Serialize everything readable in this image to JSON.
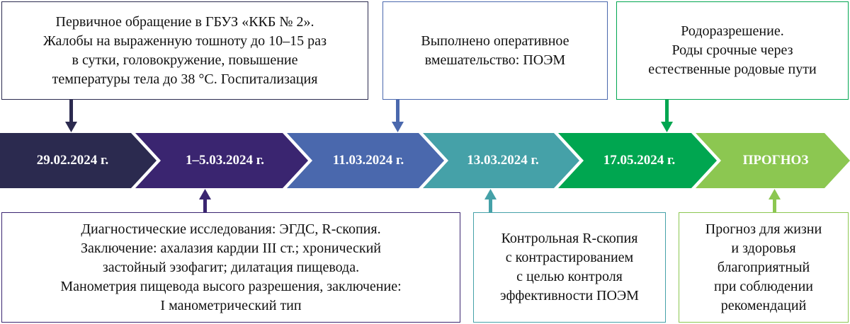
{
  "stages": [
    {
      "label": "29.02.2024 г.",
      "color": "#2b2a4f"
    },
    {
      "label": "1–5.03.2024 г.",
      "color": "#3a2570"
    },
    {
      "label": "11.03.2024 г.",
      "color": "#4a68ad"
    },
    {
      "label": "13.03.2024 г.",
      "color": "#45a1a8"
    },
    {
      "label": "17.05.2024 г.",
      "color": "#00a650"
    },
    {
      "label": "ПРОГНОЗ",
      "color": "#8cc751"
    }
  ],
  "top_notes": [
    {
      "text": "Первичное обращение в ГБУЗ «ККБ № 2».\nЖалобы на выраженную тошноту до 10–15 раз\nв сутки, головокружение, повышение\nтемпературы тела до 38 °С. Госпитализация"
    },
    {
      "text": "Выполнено оперативное\nвмешательство: ПОЭМ"
    },
    {
      "text": "Родоразрешение.\nРоды срочные через\nестественные родовые пути"
    }
  ],
  "bottom_notes": [
    {
      "text": "Диагностические исследования: ЭГДС, R-скопия.\nЗаключение: ахалазия кардии III ст.; хронический\nзастойный эзофагит; дилатация пищевода.\nМанометрия пищевода высого разрешения, заключение:\nI  манометрический тип"
    },
    {
      "text": "Контрольная R-скопия\nс контрастированием\nс целью контроля\nэффективности ПОЭМ"
    },
    {
      "text": "Прогноз для жизни\nи здоровья\nблагоприятный\nпри соблюдении\nрекомендаций"
    }
  ]
}
